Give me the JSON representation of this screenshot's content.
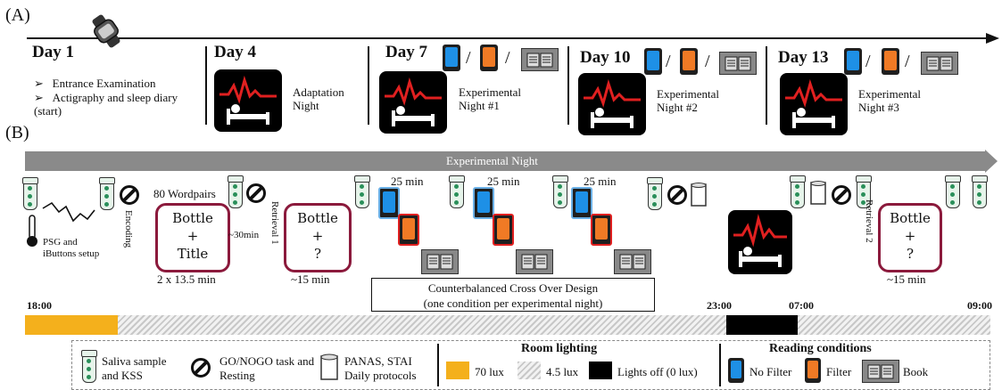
{
  "panel_a": {
    "label": "(A)",
    "day1": {
      "title": "Day 1",
      "bullets": [
        "Entrance Examination",
        "Actigraphy and sleep diary (start)"
      ]
    },
    "day4": {
      "title": "Day 4",
      "caption": "Adaptation Night"
    },
    "day7": {
      "title": "Day 7",
      "caption": "Experimental Night #1"
    },
    "day10": {
      "title": "Day 10",
      "caption": "Experimental Night #2"
    },
    "day13": {
      "title": "Day 13",
      "caption": "Experimental Night #3"
    },
    "slash": "/"
  },
  "panel_b": {
    "label": "(B)",
    "bar_title": "Experimental Night",
    "psg_caption": "PSG and iButtons setup",
    "wordpairs": "80 Wordpairs",
    "encoding": "Encoding",
    "encoding_box": "Bottle\n+\nTitle",
    "encoding_duration": "2 x 13.5 min",
    "gap": "~30min",
    "retrieval1": "Retrieval 1",
    "retrieval_box": "Bottle\n+\n?",
    "retrieval1_duration": "~15 min",
    "reading_duration": "25 min",
    "crossover_line1": "Counterbalanced Cross Over Design",
    "crossover_line2": "(one condition per experimental night)",
    "retrieval2": "Retrieval 2",
    "retrieval2_duration": "~15 min",
    "times": {
      "t1800": "18:00",
      "t2300": "23:00",
      "t0700": "07:00",
      "t0900": "09:00"
    }
  },
  "legend": {
    "saliva": "Saliva sample and KSS",
    "gonogo": "GO/NOGO task and Resting",
    "panas": "PANAS, STAI Daily protocols",
    "room_title": "Room lighting",
    "lux70": "70 lux",
    "lux45": "4.5 lux",
    "lightsoff": "Lights off (0 lux)",
    "reading_title": "Reading conditions",
    "nofilter": "No Filter",
    "filter": "Filter",
    "book": "Book"
  },
  "colors": {
    "wordbox": "#8b1a3c",
    "lux70": "#f4b01c",
    "phone_blue": "#1e90e6",
    "phone_orange": "#f07a25",
    "phone_border_red": "#e02020",
    "bar_grey": "#8a8a8a",
    "sleep_line": "#e02020"
  }
}
